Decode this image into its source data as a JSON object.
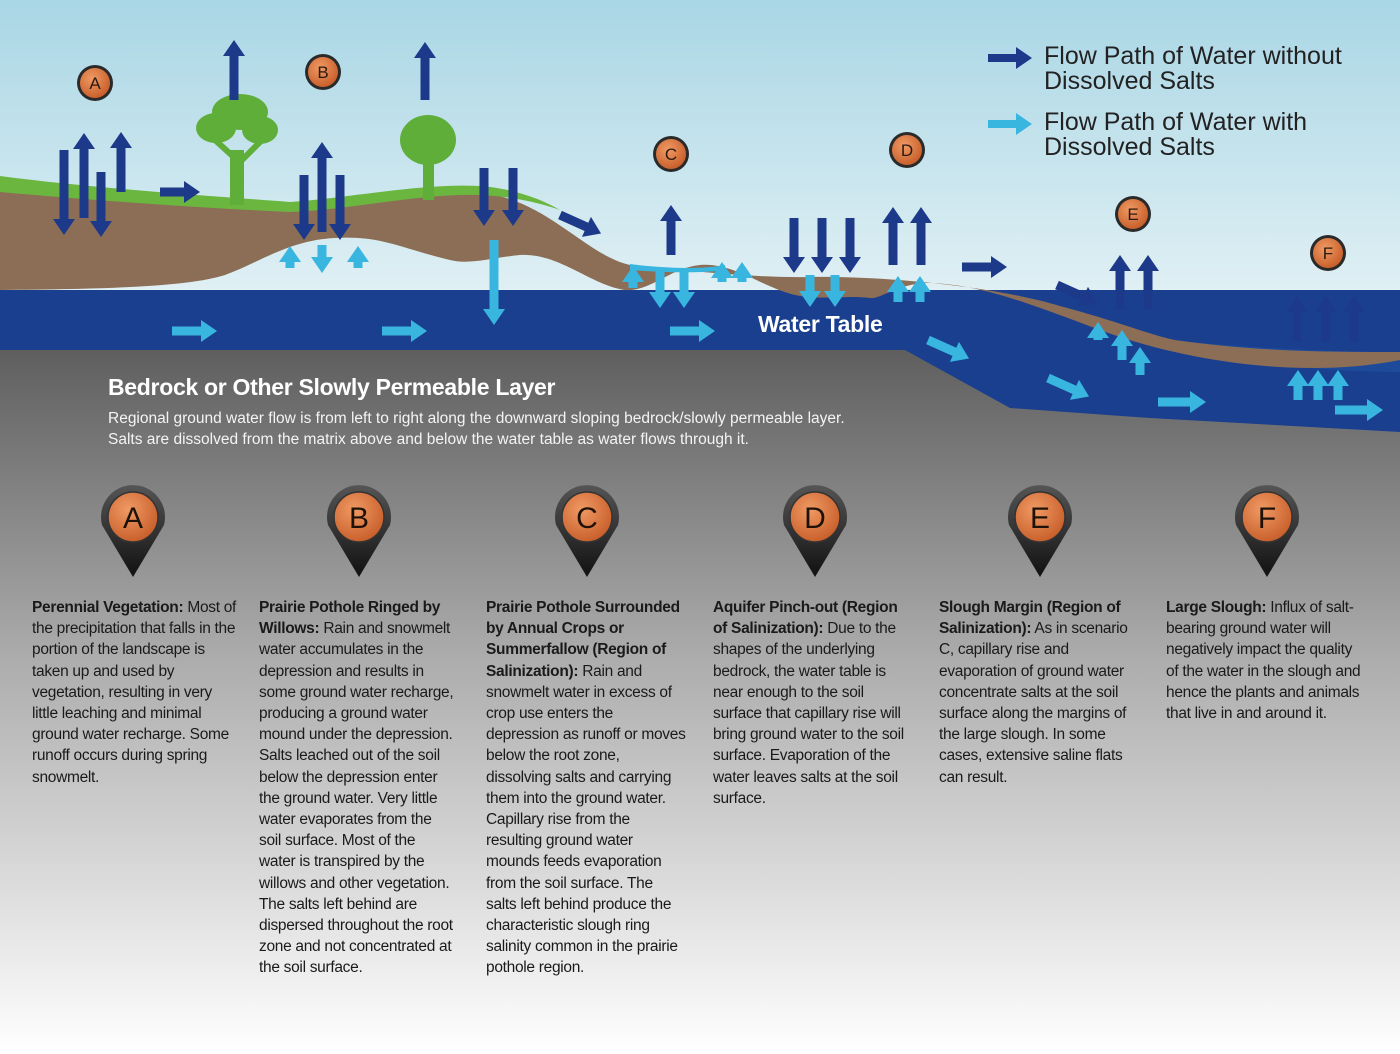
{
  "legend": {
    "without_salts": [
      "Flow Path of Water without",
      "Dissolved Salts"
    ],
    "with_salts": [
      "Flow Path of Water with",
      "Dissolved Salts"
    ]
  },
  "colors": {
    "sky_top": "#a9d6e5",
    "sky_bottom": "#e6f2f6",
    "soil": "#8b6e55",
    "grass": "#6ab63f",
    "groundwater": "#1a3f8f",
    "arrow_dark": "#1d3a8a",
    "arrow_light": "#39b6e0",
    "marker": "#d8733e",
    "bedrock_top": "#5c5c5c",
    "bedrock_bottom": "#ffffff"
  },
  "labels": {
    "water_table": "Water Table",
    "bedrock_title": "Bedrock or Other Slowly Permeable Layer",
    "bedrock_desc": [
      "Regional ground water flow is from left to right along the downward sloping bedrock/slowly permeable layer.",
      "Salts are dissolved from the matrix above and below the water table as water flows through it."
    ]
  },
  "markers": [
    "A",
    "B",
    "C",
    "D",
    "E",
    "F"
  ],
  "descriptions": [
    {
      "id": "A",
      "title": "Perennial Vegetation:",
      "text": " Most of the precipitation that falls in the portion of the landscape is taken up and used by vegetation, resulting in very little leaching and minimal ground water recharge. Some runoff occurs during spring snowmelt."
    },
    {
      "id": "B",
      "title": "Prairie Pothole Ringed by Willows:",
      "text": " Rain and snowmelt water accumulates in the depression and results in some ground water recharge, producing a ground water mound under the depression. Salts leached out of the soil below the depression enter the ground water. Very little water evaporates from the soil surface. Most of the water is transpired by the willows and other vegetation. The salts left behind are dispersed throughout the root zone and not concentrated at the soil surface."
    },
    {
      "id": "C",
      "title": "Prairie Pothole Surrounded by Annual Crops or Summerfallow (Region of Salinization):",
      "text": " Rain and snowmelt water in excess of crop use enters the depression as runoff or moves below the root zone, dissolving salts and carrying them into the ground water. Capillary rise from the resulting ground water mounds feeds evaporation from the soil surface. The salts left behind produce the characteristic slough ring salinity common in the prairie pothole region."
    },
    {
      "id": "D",
      "title": "Aquifer Pinch-out (Region of Salinization):",
      "text": " Due to the shapes of the underlying bedrock, the water table is near enough to the soil surface that capillary rise will bring ground water to the soil surface. Evaporation of the water leaves salts at the soil surface."
    },
    {
      "id": "E",
      "title": "Slough Margin (Region of Salinization):",
      "text": " As in scenario C, capillary rise and evaporation of ground water concentrate salts at the soil surface along the margins of the large slough. In some cases, extensive saline flats can result."
    },
    {
      "id": "F",
      "title": "Large Slough:",
      "text": " Influx of salt-bearing ground water will negatively impact the quality of the water in the slough and hence the plants and animals that live in and around it."
    }
  ]
}
